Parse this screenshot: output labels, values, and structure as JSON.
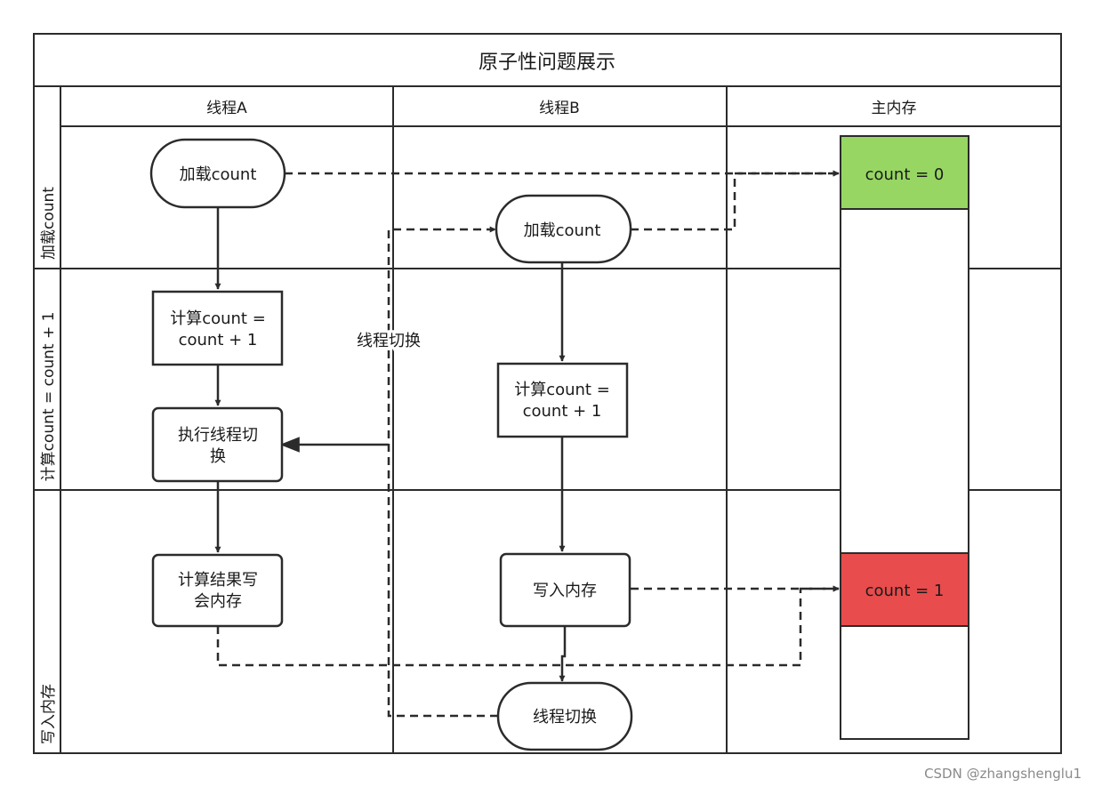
{
  "title": "原子性问题展示",
  "lanes": {
    "thread_a": "线程A",
    "thread_b": "线程B",
    "memory": "主内存"
  },
  "phases": {
    "load": "加载count",
    "compute": "计算count = count + 1",
    "write": "写入内存"
  },
  "thread_a": {
    "load": "加载count",
    "compute_line1": "计算count =",
    "compute_line2": "count + 1",
    "switch_line1": "执行线程切",
    "switch_line2": "换",
    "result_line1": "计算结果写",
    "result_line2": "会内存"
  },
  "thread_b": {
    "load": "加载count",
    "compute_line1": "计算count =",
    "compute_line2": "count + 1",
    "write": "写入内存",
    "switch": "线程切换"
  },
  "memory": {
    "cell0": "count = 0",
    "cell1": "count = 1"
  },
  "edge_labels": {
    "context_switch": "线程切换"
  },
  "colors": {
    "cell0_fill": "#97d663",
    "cell1_fill": "#e84c4c",
    "stroke": "#2b2b2b"
  },
  "watermark": "CSDN @zhangshenglu1"
}
